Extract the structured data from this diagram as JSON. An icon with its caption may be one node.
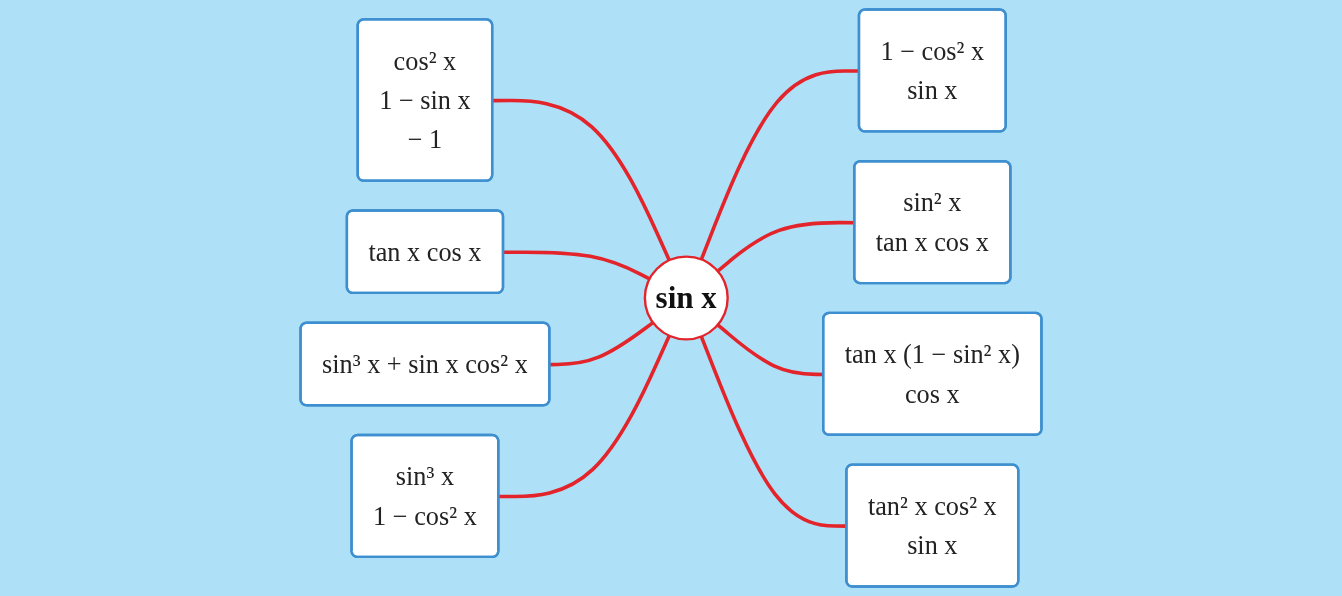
{
  "diagram": {
    "nodes": [
      {
        "text": [
          "cos² x",
          "1 − sin x",
          "− 1"
        ]
      },
      {
        "text": [
          "tan x cos x"
        ]
      },
      {
        "text": [
          "1 − cos² x",
          "sin x"
        ]
      },
      {
        "text": [
          "sin³ x + sin  x cos² x"
        ]
      },
      {
        "text": [
          "sin x"
        ]
      },
      {
        "text": [
          "sin² x",
          "tan x cos x"
        ]
      },
      {
        "text": [
          "sin³ x",
          "1 − cos² x"
        ]
      },
      {
        "text": [
          "tan x (1 − sin² x)",
          "cos x"
        ]
      },
      {
        "text": [
          "tan² x  cos² x",
          "sin x"
        ]
      }
    ],
    "edges": [
      {
        "from": 0,
        "to": 4,
        "arrow": "none",
        "color": "#e3242b"
      },
      {
        "from": 1,
        "to": 4,
        "arrow": "none",
        "color": "#e3242b"
      },
      {
        "from": 4,
        "to": 2,
        "arrow": "none",
        "color": "#e3242b"
      },
      {
        "from": 3,
        "to": 4,
        "arrow": "none",
        "color": "#e3242b"
      },
      {
        "from": 4,
        "to": 5,
        "arrow": "none",
        "color": "#e3242b"
      },
      {
        "from": 6,
        "to": 4,
        "arrow": "none",
        "color": "#e3242b"
      },
      {
        "from": 4,
        "to": 7,
        "arrow": "none",
        "color": "#e3242b"
      },
      {
        "from": 4,
        "to": 8,
        "arrow": "none",
        "color": "#e3242b"
      }
    ]
  }
}
